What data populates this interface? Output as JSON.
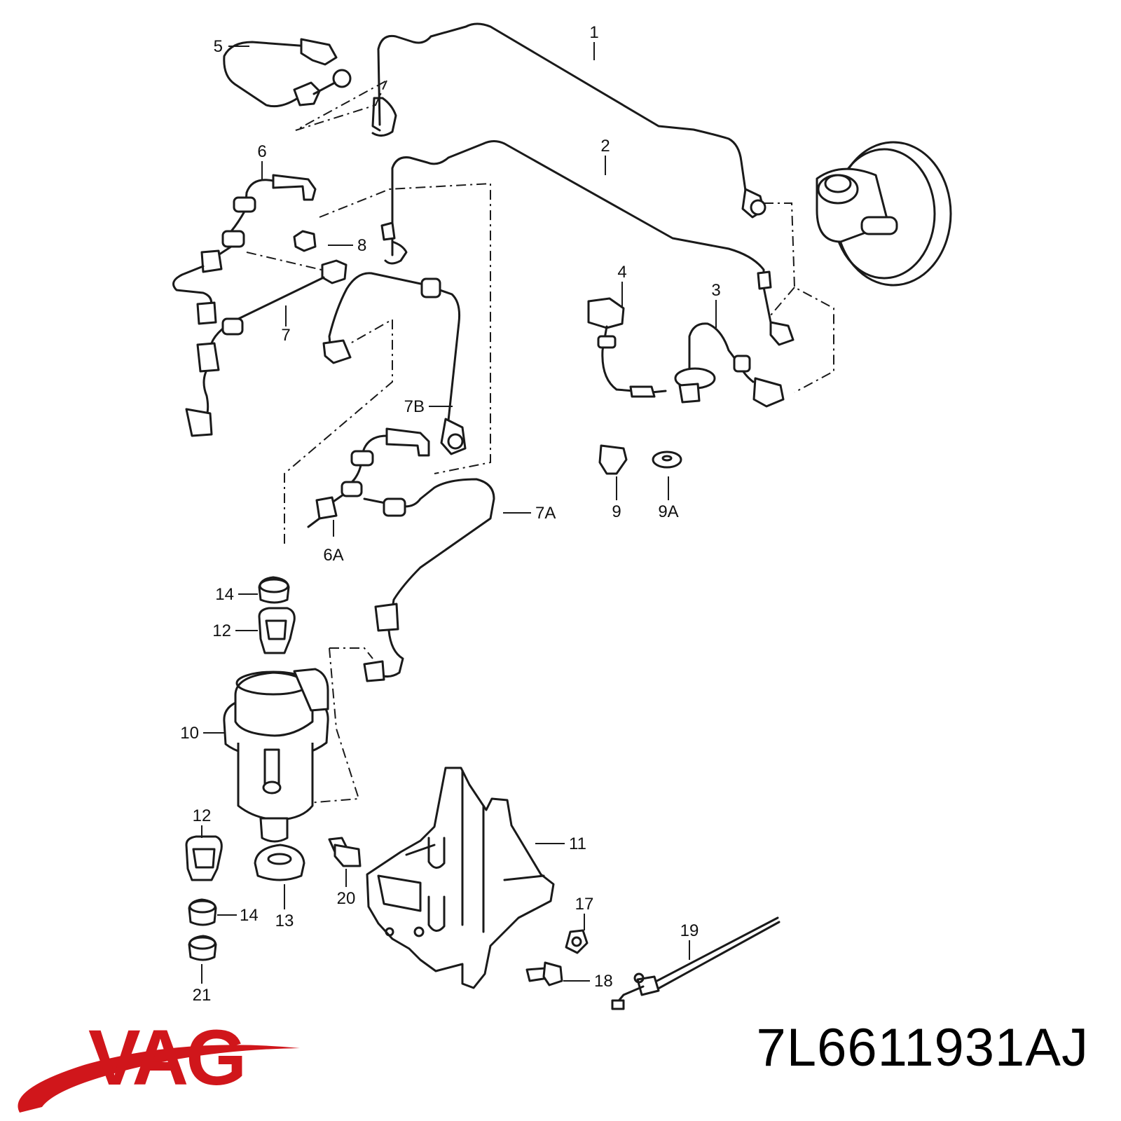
{
  "brand": {
    "name": "VAG",
    "color": "#d0161b"
  },
  "part_number": "7L6611931AJ",
  "callouts": [
    "1",
    "2",
    "3",
    "4",
    "5",
    "6",
    "6A",
    "7",
    "7A",
    "7B",
    "8",
    "9",
    "9A",
    "10",
    "11",
    "12",
    "12",
    "13",
    "14",
    "14",
    "17",
    "18",
    "19",
    "20",
    "21"
  ]
}
